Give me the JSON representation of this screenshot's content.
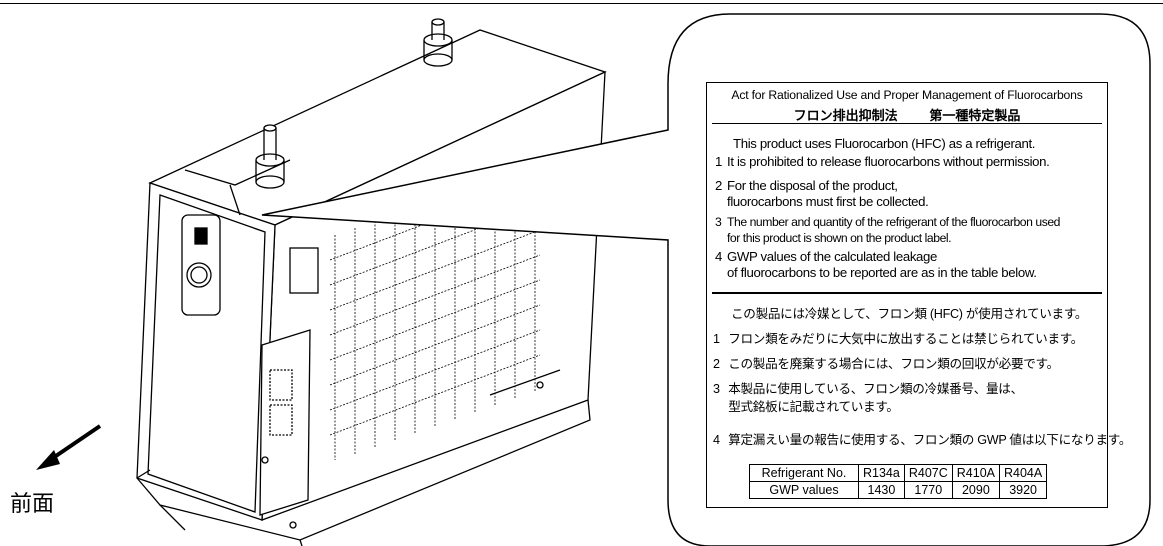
{
  "front_label": "前面",
  "label": {
    "title": "Act for Rationalized Use and Proper Management of Fluorocarbons",
    "subtitle_left": "フロン排出抑制法",
    "subtitle_right": "第一種特定製品",
    "english": {
      "intro": "This product uses Fluorocarbon (HFC) as a refrigerant.",
      "items": [
        {
          "num": "1",
          "lines": [
            "It is prohibited to release fluorocarbons without permission."
          ]
        },
        {
          "num": "2",
          "lines": [
            "For the disposal of the product,",
            "fluorocarbons must first be collected."
          ]
        },
        {
          "num": "3",
          "lines": [
            "The number and quantity of the refrigerant of the fluorocarbon used",
            "for this product is shown on the product label."
          ]
        },
        {
          "num": "4",
          "lines": [
            "GWP values of the calculated leakage",
            "of fluorocarbons to be reported are as in the table below."
          ]
        }
      ]
    },
    "japanese": {
      "intro": "この製品には冷媒として、フロン類 (HFC) が使用されています。",
      "items": [
        {
          "num": "1",
          "lines": [
            "フロン類をみだりに大気中に放出することは禁じられています。"
          ]
        },
        {
          "num": "2",
          "lines": [
            "この製品を廃棄する場合には、フロン類の回収が必要です。"
          ]
        },
        {
          "num": "3",
          "lines": [
            "本製品に使用している、フロン類の冷媒番号、量は、",
            "型式銘板に記載されています。"
          ]
        },
        {
          "num": "4",
          "lines": [
            "算定漏えい量の報告に使用する、フロン類の GWP 値は以下になります。"
          ]
        }
      ]
    },
    "table": {
      "row_header_1": "Refrigerant No.",
      "row_header_2": "GWP values",
      "refrigerants": [
        "R134a",
        "R407C",
        "R410A",
        "R404A"
      ],
      "gwp": [
        "1430",
        "1770",
        "2090",
        "3920"
      ]
    }
  }
}
